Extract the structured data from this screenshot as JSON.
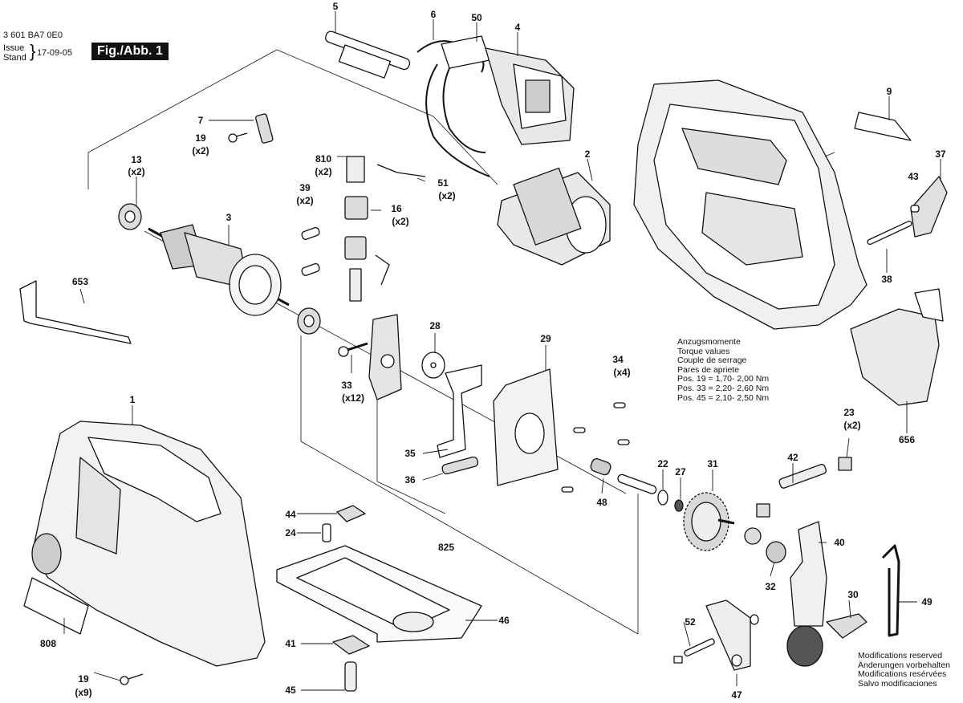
{
  "header": {
    "doc_number": "3 601 BA7 0E0",
    "issue_label": "Issue",
    "stand_label": "Stand",
    "date": "17-09-05",
    "figure": "Fig./Abb. 1"
  },
  "torque": {
    "lines": [
      "Anzugsmomente",
      "Torque values",
      "Couple de serrage",
      "Pares de apriete",
      "Pos. 19 = 1,70- 2,00 Nm",
      "Pos. 33 = 2,20- 2,60 Nm",
      "Pos. 45 = 2,10- 2,50 Nm"
    ]
  },
  "modifications": {
    "lines": [
      "Modifications reserved",
      "Änderungen vorbehalten",
      "Modifications resérvées",
      "Salvo modificaciones"
    ]
  },
  "parts": [
    {
      "id": "p5",
      "num": "5",
      "qty": ""
    },
    {
      "id": "p6",
      "num": "6",
      "qty": ""
    },
    {
      "id": "p50",
      "num": "50",
      "qty": ""
    },
    {
      "id": "p4",
      "num": "4",
      "qty": ""
    },
    {
      "id": "p9",
      "num": "9",
      "qty": ""
    },
    {
      "id": "p7",
      "num": "7",
      "qty": ""
    },
    {
      "id": "p19a",
      "num": "19",
      "qty": "(x2)"
    },
    {
      "id": "p13",
      "num": "13",
      "qty": "(x2)"
    },
    {
      "id": "p810",
      "num": "810",
      "qty": "(x2)"
    },
    {
      "id": "p51",
      "num": "51",
      "qty": "(x2)"
    },
    {
      "id": "p2",
      "num": "2",
      "qty": ""
    },
    {
      "id": "p37",
      "num": "37",
      "qty": ""
    },
    {
      "id": "p43",
      "num": "43",
      "qty": ""
    },
    {
      "id": "p39",
      "num": "39",
      "qty": "(x2)"
    },
    {
      "id": "p16",
      "num": "16",
      "qty": "(x2)"
    },
    {
      "id": "p3",
      "num": "3",
      "qty": ""
    },
    {
      "id": "p38",
      "num": "38",
      "qty": ""
    },
    {
      "id": "p653",
      "num": "653",
      "qty": ""
    },
    {
      "id": "p28",
      "num": "28",
      "qty": ""
    },
    {
      "id": "p29",
      "num": "29",
      "qty": ""
    },
    {
      "id": "p34",
      "num": "34",
      "qty": "(x4)"
    },
    {
      "id": "p33",
      "num": "33",
      "qty": "(x12)"
    },
    {
      "id": "p1",
      "num": "1",
      "qty": ""
    },
    {
      "id": "p23",
      "num": "23",
      "qty": "(x2)"
    },
    {
      "id": "p656",
      "num": "656",
      "qty": ""
    },
    {
      "id": "p35",
      "num": "35",
      "qty": ""
    },
    {
      "id": "p22",
      "num": "22",
      "qty": ""
    },
    {
      "id": "p27",
      "num": "27",
      "qty": ""
    },
    {
      "id": "p31",
      "num": "31",
      "qty": ""
    },
    {
      "id": "p42",
      "num": "42",
      "qty": ""
    },
    {
      "id": "p36",
      "num": "36",
      "qty": ""
    },
    {
      "id": "p48",
      "num": "48",
      "qty": ""
    },
    {
      "id": "p44",
      "num": "44",
      "qty": ""
    },
    {
      "id": "p24",
      "num": "24",
      "qty": ""
    },
    {
      "id": "p825",
      "num": "825",
      "qty": ""
    },
    {
      "id": "p40",
      "num": "40",
      "qty": ""
    },
    {
      "id": "p32",
      "num": "32",
      "qty": ""
    },
    {
      "id": "p30",
      "num": "30",
      "qty": ""
    },
    {
      "id": "p49",
      "num": "49",
      "qty": ""
    },
    {
      "id": "p46",
      "num": "46",
      "qty": ""
    },
    {
      "id": "p808",
      "num": "808",
      "qty": ""
    },
    {
      "id": "p52",
      "num": "52",
      "qty": ""
    },
    {
      "id": "p41",
      "num": "41",
      "qty": ""
    },
    {
      "id": "p19b",
      "num": "19",
      "qty": "(x9)"
    },
    {
      "id": "p45",
      "num": "45",
      "qty": ""
    },
    {
      "id": "p47",
      "num": "47",
      "qty": ""
    }
  ]
}
